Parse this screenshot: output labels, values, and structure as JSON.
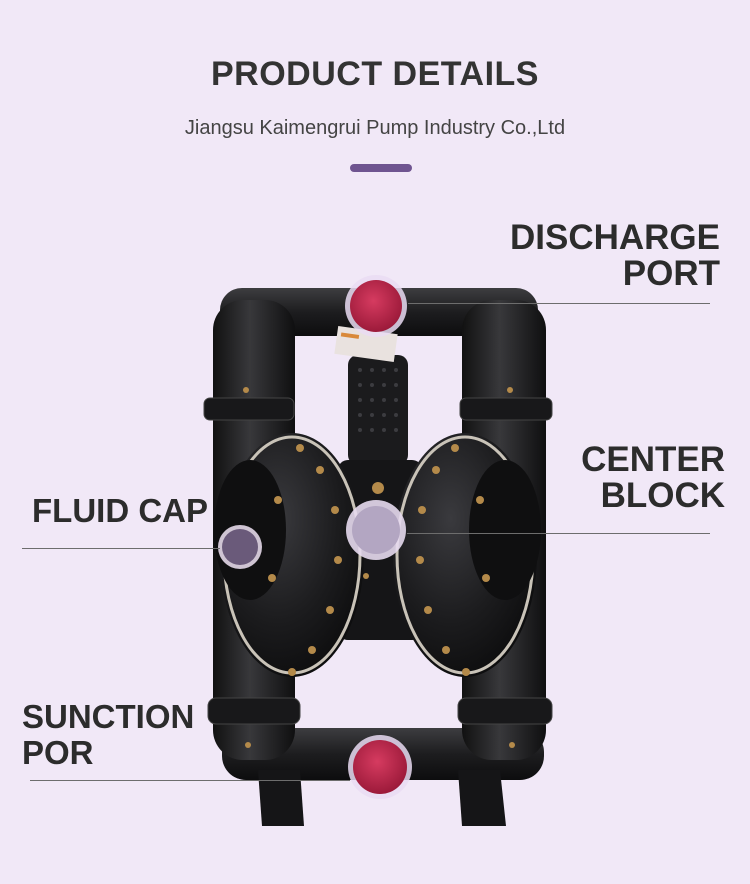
{
  "header": {
    "title": "PRODUCT DETAILS",
    "subtitle": "Jiangsu Kaimengrui Pump Industry Co.,Ltd"
  },
  "labels": {
    "discharge_port": [
      "DISCHARGE",
      "PORT"
    ],
    "center_block": [
      "CENTER",
      "BLOCK"
    ],
    "fluid_cap": [
      "FLUID CAP"
    ],
    "suction_port": [
      "SUNCTION",
      "POR"
    ]
  },
  "colors": {
    "background": "#f1e8f7",
    "accent": "#6f5490",
    "pump_body": "#1c1c1e",
    "port_red": "#b8264a"
  }
}
